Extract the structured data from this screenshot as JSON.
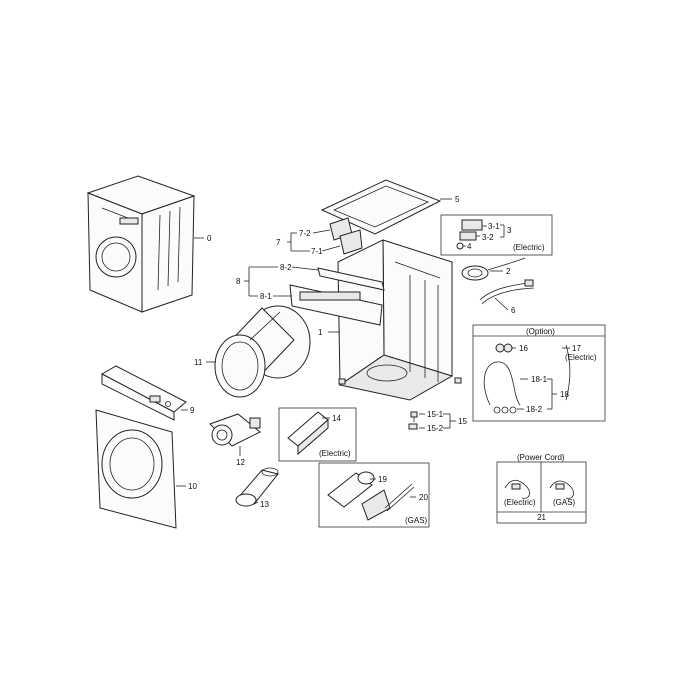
{
  "callouts": {
    "c0": "0",
    "c1": "1",
    "c2": "2",
    "c3": "3",
    "c3_1": "3-1",
    "c3_2": "3-2",
    "c4": "4",
    "c5": "5",
    "c6": "6",
    "c7": "7",
    "c7_1": "7-1",
    "c7_2": "7-2",
    "c8": "8",
    "c8_1": "8-1",
    "c8_2": "8-2",
    "c9": "9",
    "c10": "10",
    "c11": "11",
    "c12": "12",
    "c13": "13",
    "c14": "14",
    "c15": "15",
    "c15_1": "15-1",
    "c15_2": "15-2",
    "c16": "16",
    "c17": "17",
    "c18": "18",
    "c18_1": "18-1",
    "c18_2": "18-2",
    "c19": "19",
    "c20": "20",
    "c21": "21"
  },
  "notes": {
    "electric_top": "(Electric)",
    "option": "(Option)",
    "electric_option": "(Electric)",
    "electric_14": "(Electric)",
    "gas_19": "(GAS)",
    "power_cord": "(Power Cord)",
    "power_electric": "(Electric)",
    "power_gas": "(GAS)"
  }
}
